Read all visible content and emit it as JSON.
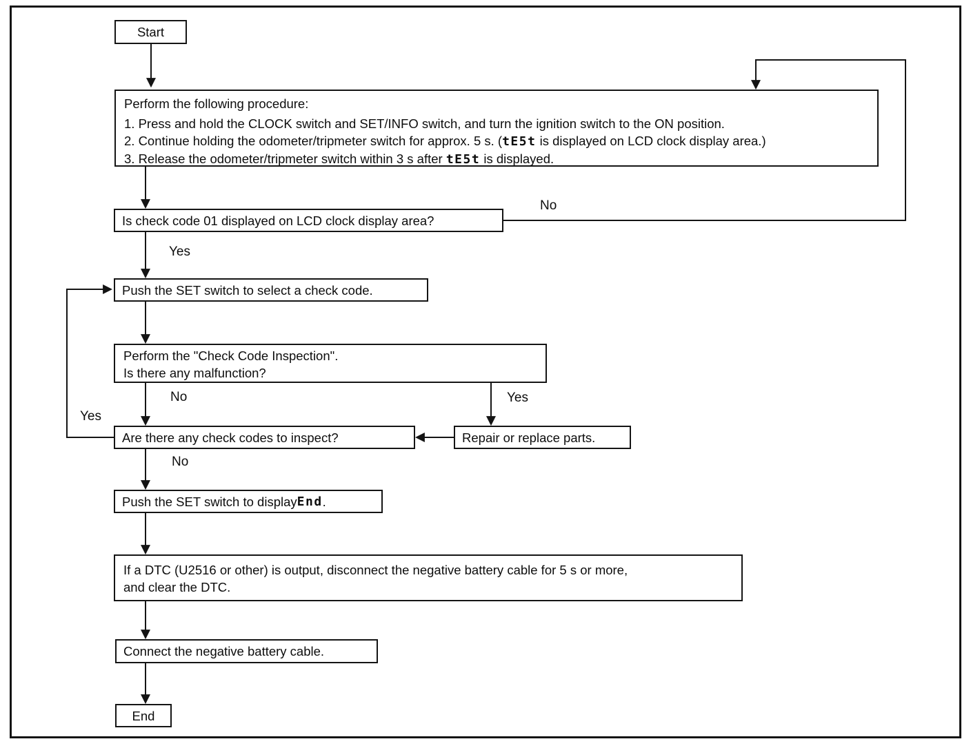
{
  "flowchart": {
    "nodes": {
      "start": "Start",
      "procedure_intro": "Perform the following procedure:",
      "procedure_step1": "1. Press and hold the CLOCK switch and SET/INFO switch, and turn the ignition switch to the ON position.",
      "procedure_step2_pre": "2. Continue holding the odometer/tripmeter switch for approx. 5 s. (",
      "procedure_step2_post": " is displayed on LCD clock display area.)",
      "procedure_step3_pre": "3. Release the odometer/tripmeter switch within 3 s after ",
      "procedure_step3_post": " is displayed.",
      "check_code_01_question": "Is check code 01 displayed on LCD clock display area?",
      "push_set_select": "Push the SET switch to select a check code.",
      "inspection_line1": "Perform the \"Check Code Inspection\".",
      "inspection_line2": "Is there any malfunction?",
      "more_codes_question": "Are there any check codes to inspect?",
      "repair": "Repair or replace parts.",
      "push_set_display_pre": "Push the SET switch to display ",
      "push_set_display_post": " .",
      "dtc_line1": "If a DTC (U2516 or other) is output, disconnect the negative battery cable for 5 s or more,",
      "dtc_line2": "and clear the DTC.",
      "connect_battery": "Connect the negative battery cable.",
      "end": "End"
    },
    "lcd": {
      "test": "tE5t",
      "end": "End"
    },
    "edges": {
      "check01_no_label": "No",
      "check01_yes_label": "Yes",
      "malfunction_no_label": "No",
      "malfunction_yes_label": "Yes",
      "more_codes_yes_label": "Yes",
      "more_codes_no_label": "No"
    }
  },
  "colors": {
    "ink": "#141414",
    "paper": "#ffffff"
  }
}
